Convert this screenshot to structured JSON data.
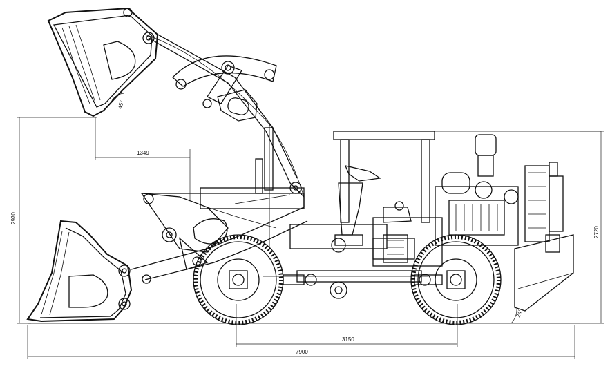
{
  "dimensions": {
    "bucket_reach": "1349",
    "dump_angle": "45°",
    "max_height": "2970",
    "canopy_height": "2720",
    "wheelbase": "3150",
    "overall_length": "7900",
    "departure_angle": "24°"
  }
}
